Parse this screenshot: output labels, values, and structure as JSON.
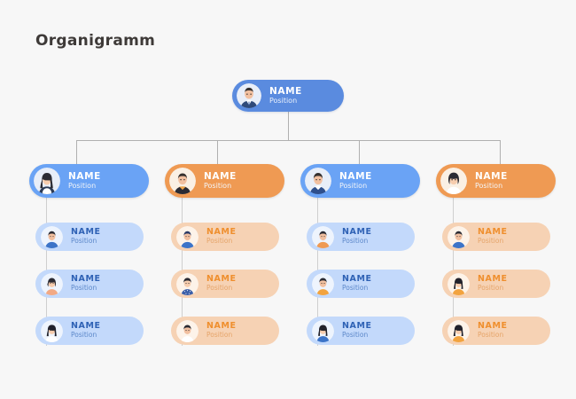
{
  "page": {
    "title": "Organigramm",
    "background": "#f7f7f7",
    "title_color": "#3e3a38"
  },
  "palette": {
    "root_blue": "#5a8bdf",
    "mid_blue": "#6aa3f5",
    "mid_orange": "#ef9a53",
    "light_blue": "#c3d9fb",
    "light_orange": "#f6d2b4",
    "light_blue_text": "#2f62b5",
    "light_orange_text": "#ef8f2e",
    "connector": "#b0b0b0"
  },
  "chart_data": {
    "type": "diagram",
    "title": "Organigramm",
    "layout": "top-down organization chart, 1 root, 4 branches, 3 reports per branch",
    "root": {
      "name": "NAME",
      "position": "Position",
      "color": "#5a8bdf",
      "avatar": "avatar-man-suit-tie"
    },
    "columns": [
      {
        "index": 0,
        "color": "#6aa3f5",
        "light_color": "#c3d9fb",
        "head": {
          "name": "NAME",
          "position": "Position",
          "avatar": "avatar-woman-long-dark-hair"
        },
        "reports": [
          {
            "name": "NAME",
            "position": "Position",
            "avatar": "avatar-man-blue-shirt"
          },
          {
            "name": "NAME",
            "position": "Position",
            "avatar": "avatar-woman-bob-haircut"
          },
          {
            "name": "NAME",
            "position": "Position",
            "avatar": "avatar-woman-dark-hair-white-top"
          }
        ]
      },
      {
        "index": 1,
        "color": "#ef9a53",
        "light_color": "#f6d2b4",
        "head": {
          "name": "NAME",
          "position": "Position",
          "avatar": "avatar-man-dark-top"
        },
        "reports": [
          {
            "name": "NAME",
            "position": "Position",
            "avatar": "avatar-man-blue-sweater"
          },
          {
            "name": "NAME",
            "position": "Position",
            "avatar": "avatar-woman-polka-dot-top"
          },
          {
            "name": "NAME",
            "position": "Position",
            "avatar": "avatar-man-white-shirt"
          }
        ]
      },
      {
        "index": 2,
        "color": "#6aa3f5",
        "light_color": "#c3d9fb",
        "head": {
          "name": "NAME",
          "position": "Position",
          "avatar": "avatar-man-collar-shirt"
        },
        "reports": [
          {
            "name": "NAME",
            "position": "Position",
            "avatar": "avatar-man-orange-shirt"
          },
          {
            "name": "NAME",
            "position": "Position",
            "avatar": "avatar-man-orange-sweater"
          },
          {
            "name": "NAME",
            "position": "Position",
            "avatar": "avatar-woman-blue-top"
          }
        ]
      },
      {
        "index": 3,
        "color": "#ef9a53",
        "light_color": "#f6d2b4",
        "head": {
          "name": "NAME",
          "position": "Position",
          "avatar": "avatar-woman-curly-hair"
        },
        "reports": [
          {
            "name": "NAME",
            "position": "Position",
            "avatar": "avatar-man-blue-shirt"
          },
          {
            "name": "NAME",
            "position": "Position",
            "avatar": "avatar-woman-long-hair-orange"
          },
          {
            "name": "NAME",
            "position": "Position",
            "avatar": "avatar-woman-orange-top"
          }
        ]
      }
    ]
  }
}
